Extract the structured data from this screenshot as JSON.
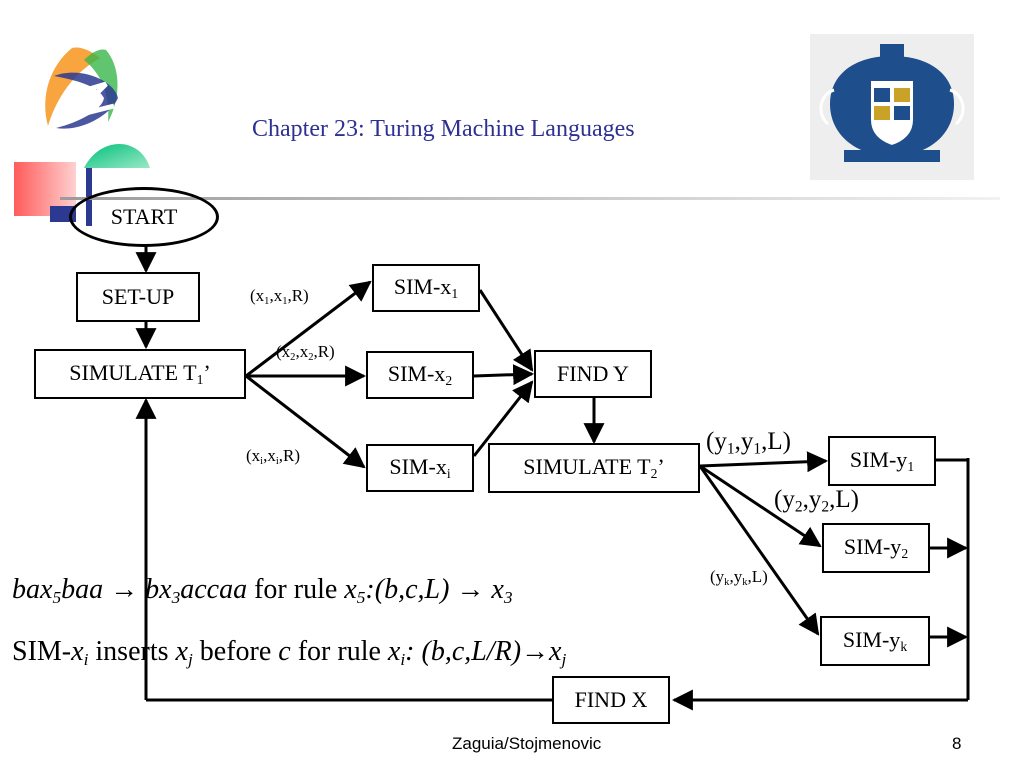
{
  "header": {
    "title": "Chapter 23: Turing Machine Languages"
  },
  "flowchart": {
    "start": "START",
    "setup": "SET-UP",
    "simulate_t1": {
      "text": "SIMULATE T",
      "sub": "1",
      "suffix": "’"
    },
    "sim_x1": {
      "text": "SIM-x",
      "sub": "1"
    },
    "sim_x2": {
      "text": "SIM-x",
      "sub": "2"
    },
    "sim_xi": {
      "text": "SIM-x",
      "sub": "i"
    },
    "find_y": "FIND Y",
    "simulate_t2": {
      "text": "SIMULATE T",
      "sub": "2",
      "suffix": "’"
    },
    "sim_y1": {
      "text": "SIM-y",
      "sub": "1"
    },
    "sim_y2": {
      "text": "SIM-y",
      "sub": "2"
    },
    "sim_yk": {
      "text": "SIM-y",
      "sub": "k"
    },
    "find_x": "FIND X",
    "edge_labels": {
      "x1": {
        "a": "(x",
        "s1": "1",
        "b": ",x",
        "s2": "1",
        "c": ",R)"
      },
      "x2": {
        "a": "(x",
        "s1": "2",
        "b": ",x",
        "s2": "2",
        "c": ",R)"
      },
      "xi": {
        "a": "(x",
        "s1": "i",
        "b": ",x",
        "s2": "i",
        "c": ",R)"
      },
      "y1": {
        "a": "(y",
        "s1": "1",
        "b": ",y",
        "s2": "1",
        "c": ",L)"
      },
      "y2": {
        "a": "(y",
        "s1": "2",
        "b": ",y",
        "s2": "2",
        "c": ",L)"
      },
      "yk": {
        "a": "(y",
        "s1": "k",
        "b": ",y",
        "s2": "k",
        "c": ",L)"
      }
    }
  },
  "rules": {
    "line1": {
      "p1": "bax",
      "s1": "5",
      "p2": "baa",
      "arrow1": " → ",
      "p3": "bx",
      "s3": "3",
      "p4": "accaa",
      "p5": " for rule ",
      "p6": "x",
      "s6": "5",
      "p7": ":(b,c,L)",
      "arrow2": " → ",
      "p8": "x",
      "s8": "3"
    },
    "line2": {
      "p1": "SIM-",
      "p2": "x",
      "s2": "i",
      "p3": " inserts ",
      "p4": "x",
      "s4": "j",
      "p5": " before ",
      "p6": "c",
      "p7": " for rule ",
      "p8": "x",
      "s8": "i",
      "p9": ": (b,c,L/R)",
      "arrow": "→",
      "p10": "x",
      "s10": "j"
    }
  },
  "footer": {
    "authors": "Zaguia/Stojmenovic",
    "page_number": "8"
  },
  "colors": {
    "title": "#2e3192",
    "logo_blue": "#2b3990",
    "logo_green": "#00a651",
    "logo_orange": "#f7941d",
    "logo_red": "#ed1c24"
  },
  "icons": {
    "left_logo": "conference-logo-icon",
    "right_logo": "university-crest-icon"
  }
}
